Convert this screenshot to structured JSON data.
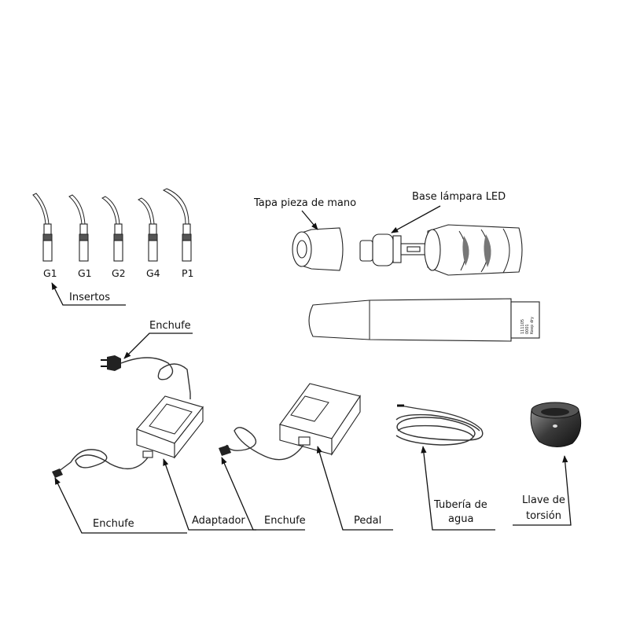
{
  "inserts": {
    "names": [
      "G1",
      "G1",
      "G2",
      "G4",
      "P1"
    ],
    "caption": "Insertos"
  },
  "labels": {
    "handpiece_cap": "Tapa pieza de mano",
    "led_base": "Base lámpara LED",
    "plug_top": "Enchufe",
    "plug_adapter": "Enchufe",
    "adapter": "Adaptador",
    "plug_pedal": "Enchufe",
    "pedal": "Pedal",
    "water_tube_line1": "Tubería de",
    "water_tube_line2": "agua",
    "torque_key_line1": "Llave de",
    "torque_key_line2": "torsión"
  },
  "handpiece_marking": [
    "111105",
    "0001",
    "Keep dry"
  ],
  "colors": {
    "ink": "#111111",
    "background": "#ffffff"
  }
}
